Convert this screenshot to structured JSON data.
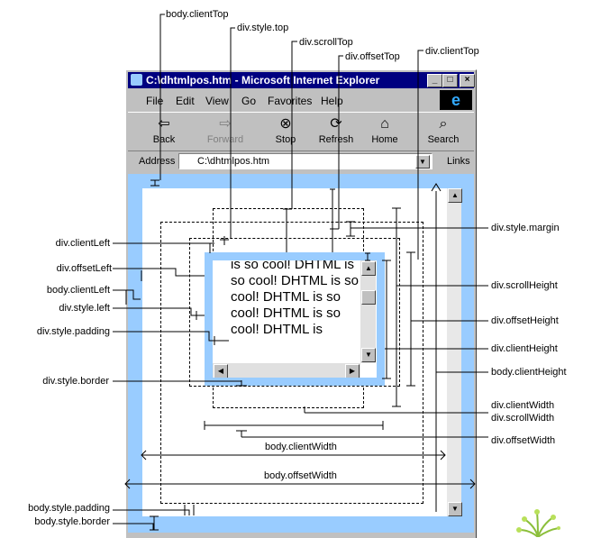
{
  "window": {
    "title": "C:\\dhtmlpos.htm - Microsoft Internet Explorer",
    "min_btn": "_",
    "max_btn": "□",
    "close_btn": "×"
  },
  "menu": [
    "File",
    "Edit",
    "View",
    "Go",
    "Favorites",
    "Help"
  ],
  "toolbar": {
    "back": "Back",
    "forward": "Forward",
    "stop": "Stop",
    "refresh": "Refresh",
    "home": "Home",
    "search": "Search"
  },
  "address": {
    "label": "Address",
    "value": "C:\\dhtmlpos.htm",
    "links": "Links"
  },
  "div_text": "is so cool! DHTML is so cool! DHTML is so cool! DHTML is so cool! DHTML is so cool! DHTML is",
  "labels": {
    "body_clientTop": "body.clientTop",
    "div_style_top": "div.style.top",
    "div_scrollTop": "div.scrollTop",
    "div_offsetTop": "div.offsetTop",
    "div_clientTop": "div.clientTop",
    "div_style_margin": "div.style.margin",
    "div_clientLeft": "div.clientLeft",
    "div_offsetLeft": "div.offsetLeft",
    "body_clientLeft": "body.clientLeft",
    "div_style_left": "div.style.left",
    "div_style_padding": "div.style.padding",
    "div_style_border": "div.style.border",
    "div_scrollHeight": "div.scrollHeight",
    "div_offsetHeight": "div.offsetHeight",
    "div_clientHeight": "div.clientHeight",
    "body_clientHeight": "body.clientHeight",
    "div_clientWidth": "div.clientWidth",
    "div_scrollWidth": "div.scrollWidth",
    "div_offsetWidth": "div.offsetWidth",
    "body_clientWidth": "body.clientWidth",
    "body_offsetWidth": "body.offsetWidth",
    "body_style_padding": "body.style.padding",
    "body_style_border": "body.style.border"
  },
  "colors": {
    "border_blue": "#99ccff",
    "title_navy": "#000080",
    "chrome_gray": "#c0c0c0"
  }
}
